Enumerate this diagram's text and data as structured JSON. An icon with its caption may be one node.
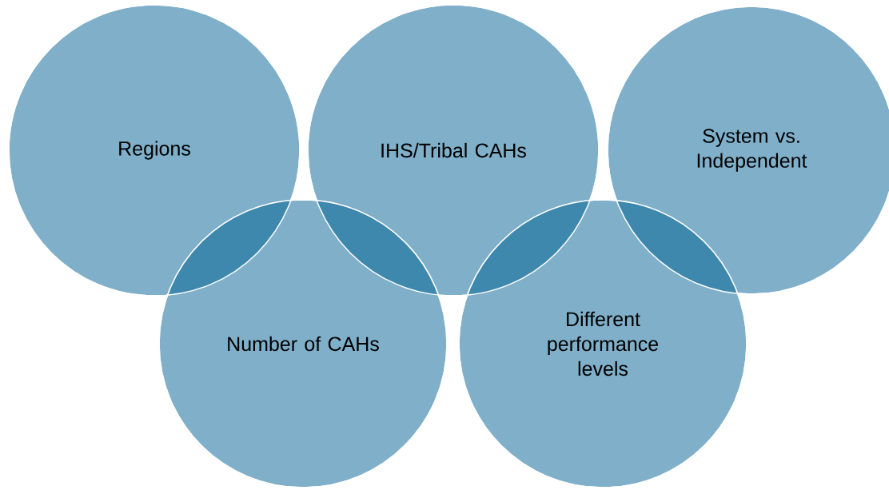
{
  "diagram": {
    "nodes": [
      {
        "text": [
          "Regions"
        ]
      },
      {
        "text": [
          "IHS/Tribal CAHs"
        ]
      },
      {
        "text": [
          "System vs. Independent"
        ]
      },
      {
        "text": [
          "Number of CAHs"
        ]
      },
      {
        "text": [
          "Different performance levels"
        ]
      }
    ]
  }
}
